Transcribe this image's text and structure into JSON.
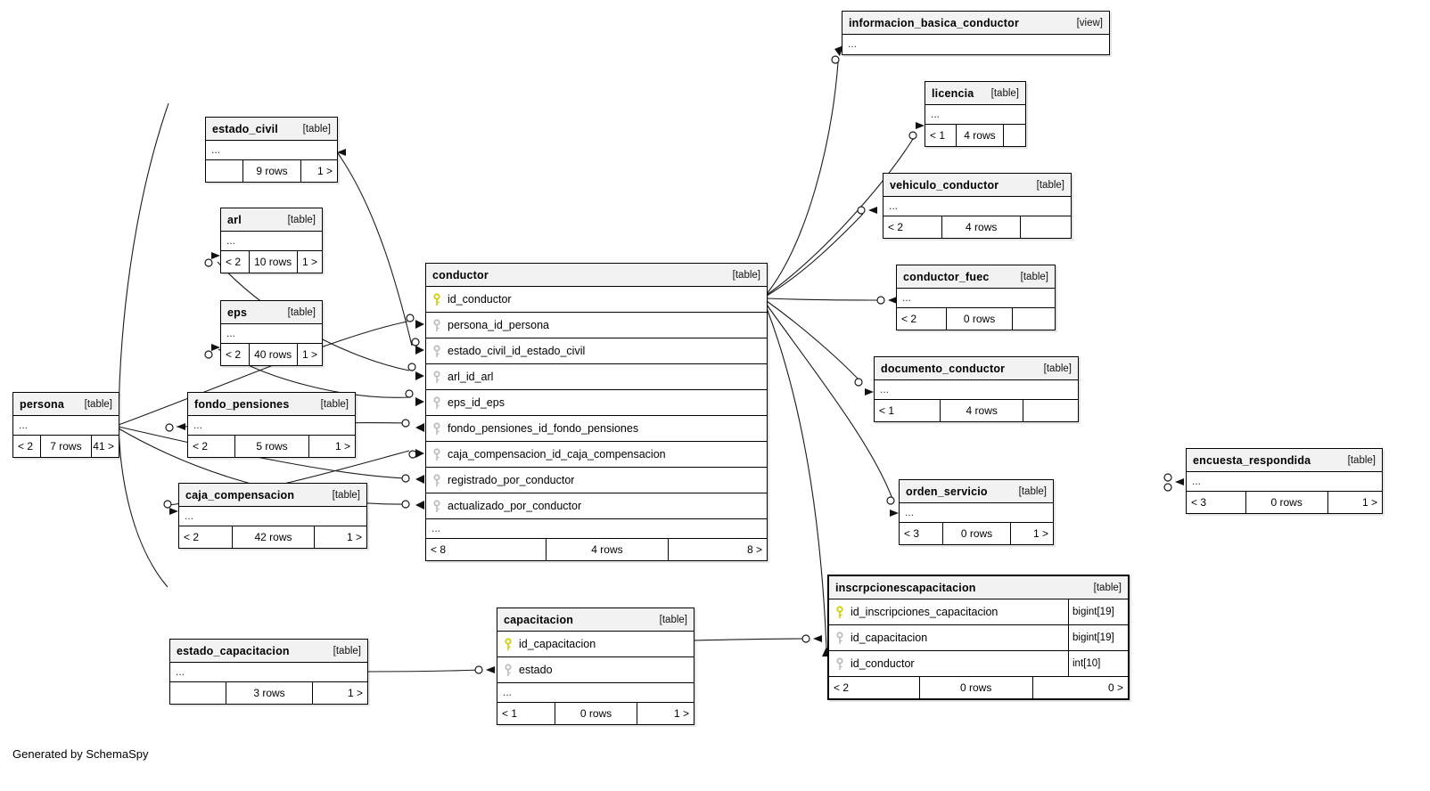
{
  "generated_by": "Generated by SchemaSpy",
  "colors": {
    "header_bg": "#f2f2f2",
    "primary_key": "#cfcf00",
    "foreign_key": "#bdbdbd",
    "border": "#000000"
  },
  "tables": {
    "persona": {
      "name": "persona",
      "tag": "[table]",
      "ellipsis": "...",
      "footer": [
        "< 2",
        "7 rows",
        "41 >"
      ]
    },
    "estado_civil": {
      "name": "estado_civil",
      "tag": "[table]",
      "ellipsis": "...",
      "footer": [
        "",
        "9 rows",
        "1 >"
      ]
    },
    "arl": {
      "name": "arl",
      "tag": "[table]",
      "ellipsis": "...",
      "footer": [
        "< 2",
        "10 rows",
        "1 >"
      ]
    },
    "eps": {
      "name": "eps",
      "tag": "[table]",
      "ellipsis": "...",
      "footer": [
        "< 2",
        "40 rows",
        "1 >"
      ]
    },
    "fondo_pensiones": {
      "name": "fondo_pensiones",
      "tag": "[table]",
      "ellipsis": "...",
      "footer": [
        "< 2",
        "5 rows",
        "1 >"
      ]
    },
    "caja_compensacion": {
      "name": "caja_compensacion",
      "tag": "[table]",
      "ellipsis": "...",
      "footer": [
        "< 2",
        "42 rows",
        "1 >"
      ]
    },
    "estado_capacitacion": {
      "name": "estado_capacitacion",
      "tag": "[table]",
      "ellipsis": "...",
      "footer": [
        "",
        "3 rows",
        "1 >"
      ]
    },
    "conductor": {
      "name": "conductor",
      "tag": "[table]",
      "ellipsis": "...",
      "columns": [
        {
          "key": "pk",
          "label": "id_conductor"
        },
        {
          "key": "fk",
          "label": "persona_id_persona"
        },
        {
          "key": "fk",
          "label": "estado_civil_id_estado_civil"
        },
        {
          "key": "fk",
          "label": "arl_id_arl"
        },
        {
          "key": "fk",
          "label": "eps_id_eps"
        },
        {
          "key": "fk",
          "label": "fondo_pensiones_id_fondo_pensiones"
        },
        {
          "key": "fk",
          "label": "caja_compensacion_id_caja_compensacion"
        },
        {
          "key": "fk",
          "label": "registrado_por_conductor"
        },
        {
          "key": "fk",
          "label": "actualizado_por_conductor"
        }
      ],
      "footer": [
        "< 8",
        "4 rows",
        "8 >"
      ]
    },
    "capacitacion": {
      "name": "capacitacion",
      "tag": "[table]",
      "ellipsis": "...",
      "columns": [
        {
          "key": "pk",
          "label": "id_capacitacion"
        },
        {
          "key": "fk",
          "label": "estado"
        }
      ],
      "footer": [
        "< 1",
        "0 rows",
        "1 >"
      ]
    },
    "informacion_basica_conductor": {
      "name": "informacion_basica_conductor",
      "tag": "[view]",
      "ellipsis": "..."
    },
    "licencia": {
      "name": "licencia",
      "tag": "[table]",
      "ellipsis": "...",
      "footer": [
        "< 1",
        "4 rows",
        ""
      ]
    },
    "vehiculo_conductor": {
      "name": "vehiculo_conductor",
      "tag": "[table]",
      "ellipsis": "...",
      "footer": [
        "< 2",
        "4 rows",
        ""
      ]
    },
    "conductor_fuec": {
      "name": "conductor_fuec",
      "tag": "[table]",
      "ellipsis": "...",
      "footer": [
        "< 2",
        "0 rows",
        ""
      ]
    },
    "documento_conductor": {
      "name": "documento_conductor",
      "tag": "[table]",
      "ellipsis": "...",
      "footer": [
        "< 1",
        "4 rows",
        ""
      ]
    },
    "orden_servicio": {
      "name": "orden_servicio",
      "tag": "[table]",
      "ellipsis": "...",
      "footer": [
        "< 3",
        "0 rows",
        "1 >"
      ]
    },
    "encuesta_respondida": {
      "name": "encuesta_respondida",
      "tag": "[table]",
      "ellipsis": "...",
      "footer": [
        "< 3",
        "0 rows",
        "1 >"
      ]
    },
    "inscrpcionescapacitacion": {
      "name": "inscrpcionescapacitacion",
      "tag": "[table]",
      "columns": [
        {
          "key": "pk",
          "label": "id_inscripciones_capacitacion",
          "type": "bigint[19]"
        },
        {
          "key": "fk",
          "label": "id_capacitacion",
          "type": "bigint[19]"
        },
        {
          "key": "fk",
          "label": "id_conductor",
          "type": "int[10]"
        }
      ],
      "footer": [
        "< 2",
        "0 rows",
        "0 >"
      ]
    }
  }
}
